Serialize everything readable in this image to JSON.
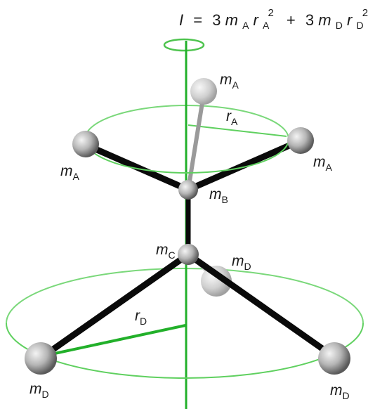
{
  "formula": {
    "lhs": "I",
    "eq": "=",
    "coef1": "3",
    "m1": "m",
    "m1_sub": "A",
    "r1": "r",
    "r1_sub": "A",
    "exp1": "2",
    "plus": "+",
    "coef2": "3",
    "m2": "m",
    "m2_sub": "D",
    "r2": "r",
    "r2_sub": "D",
    "exp2": "2"
  },
  "labels": {
    "mA_top": {
      "main": "m",
      "sub": "A"
    },
    "mA_left": {
      "main": "m",
      "sub": "A"
    },
    "mA_right": {
      "main": "m",
      "sub": "A"
    },
    "rA": {
      "main": "r",
      "sub": "A"
    },
    "mB": {
      "main": "m",
      "sub": "B"
    },
    "mC": {
      "main": "m",
      "sub": "C"
    },
    "mD_back": {
      "main": "m",
      "sub": "D"
    },
    "rD": {
      "main": "r",
      "sub": "D"
    },
    "mD_left": {
      "main": "m",
      "sub": "D"
    },
    "mD_right": {
      "main": "m",
      "sub": "D"
    }
  },
  "colors": {
    "axis": "#22b02a",
    "ring": "#5fd05f",
    "bond": "#0a0a0a",
    "bond_back": "#8a8a8a",
    "atom": "#b8b8b8",
    "atom_dark": "#6e6e6e"
  }
}
